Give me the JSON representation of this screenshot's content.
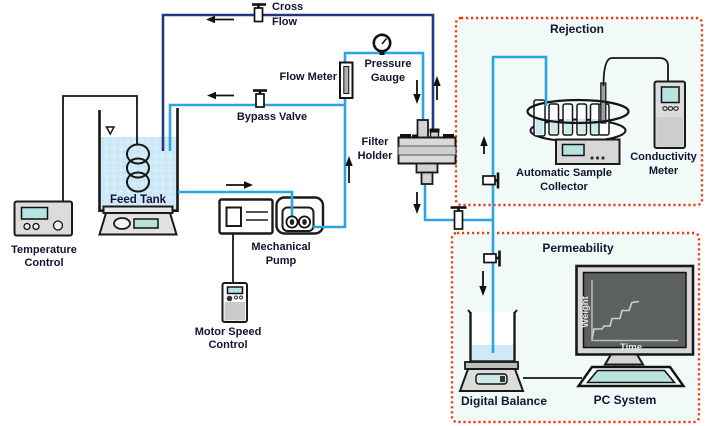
{
  "labels": {
    "cross": "Cross",
    "flow": "Flow",
    "temperature": "Temperature",
    "temp_control": "Control",
    "feed_tank": "Feed Tank",
    "flow_meter": "Flow Meter",
    "bypass_valve": "Bypass Valve",
    "pressure": "Pressure",
    "gauge": "Gauge",
    "filter": "Filter",
    "holder": "Holder",
    "mechanical": "Mechanical",
    "pump": "Pump",
    "motor_speed": "Motor Speed",
    "motor_control": "Control",
    "rejection": "Rejection",
    "automatic_sample": "Automatic Sample",
    "collector": "Collector",
    "conductivity": "Conductivity",
    "meter": "Meter",
    "permeability": "Permeability",
    "digital_balance": "Digital Balance",
    "pc_system": "PC System",
    "weight_axis": "Weight",
    "time_axis": "Time"
  },
  "screen_plot": {
    "type": "line",
    "xlabel": "Time",
    "ylabel": "Weight",
    "trend": "increasing step line"
  },
  "colors": {
    "cyan": "#2BA4E4",
    "navy": "#24377E",
    "red": "#EE3A0F",
    "teal": "#B5E3DF",
    "water": "#CFE9F6",
    "boxfill": "#F2FAF8",
    "gray": "#D9D9D9",
    "screen_dark": "#5C615F",
    "text": "#131332"
  }
}
